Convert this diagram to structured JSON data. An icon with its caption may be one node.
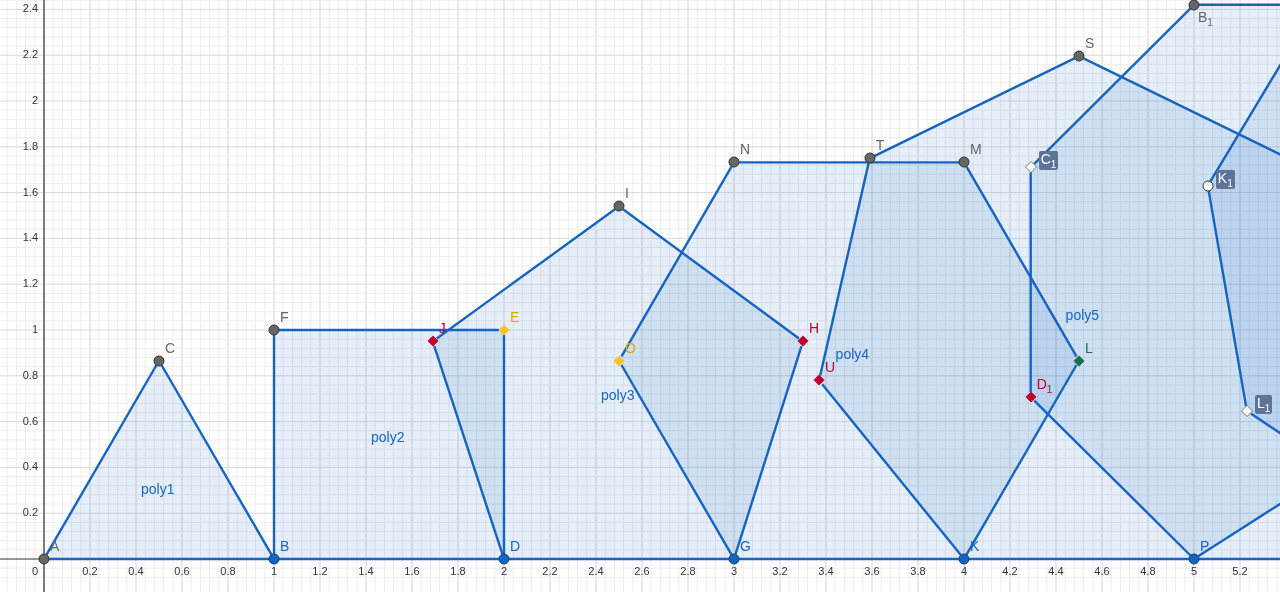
{
  "diagram": {
    "nodes": [
      {
        "text": [
          "A"
        ]
      },
      {
        "text": [
          "B"
        ]
      },
      {
        "text": [
          "C"
        ]
      },
      {
        "text": [
          "F"
        ]
      },
      {
        "text": [
          "J"
        ]
      },
      {
        "text": [
          "D"
        ]
      },
      {
        "text": [
          "E"
        ]
      },
      {
        "text": [
          "I"
        ]
      },
      {
        "text": [
          "O"
        ]
      },
      {
        "text": [
          "G"
        ]
      },
      {
        "text": [
          "N"
        ]
      },
      {
        "text": [
          "H"
        ]
      },
      {
        "text": [
          "U"
        ]
      },
      {
        "text": [
          "T"
        ]
      },
      {
        "text": [
          "M"
        ]
      },
      {
        "text": [
          "K"
        ]
      },
      {
        "text": [
          "C$_{1}$"
        ]
      },
      {
        "text": [
          "D$_{1}$"
        ]
      },
      {
        "text": [
          "S"
        ]
      },
      {
        "text": [
          "L"
        ]
      },
      {
        "text": [
          "B$_{1}$"
        ]
      },
      {
        "text": [
          "P"
        ]
      },
      {
        "text": [
          "K$_{1}$"
        ]
      },
      {
        "text": [
          "L$_{1}$"
        ]
      }
    ],
    "edges": [
      {
        "from": 0,
        "to": 1,
        "arrow": "none"
      },
      {
        "from": 1,
        "to": 2,
        "arrow": "none"
      },
      {
        "from": 2,
        "to": 0,
        "arrow": "none"
      },
      {
        "from": 1,
        "to": 5,
        "arrow": "none"
      },
      {
        "from": 3,
        "to": 1,
        "arrow": "none"
      },
      {
        "from": 3,
        "to": 6,
        "arrow": "none"
      },
      {
        "from": 6,
        "to": 5,
        "arrow": "none"
      },
      {
        "from": 4,
        "to": 7,
        "arrow": "none"
      },
      {
        "from": 7,
        "to": 11,
        "arrow": "none"
      },
      {
        "from": 11,
        "to": 9,
        "arrow": "none"
      },
      {
        "from": 4,
        "to": 5,
        "arrow": "none"
      },
      {
        "from": 5,
        "to": 9,
        "arrow": "none"
      },
      {
        "from": 9,
        "to": 8,
        "arrow": "none"
      },
      {
        "from": 8,
        "to": 10,
        "arrow": "none"
      },
      {
        "from": 10,
        "to": 14,
        "arrow": "none"
      },
      {
        "from": 14,
        "to": 19,
        "arrow": "none"
      },
      {
        "from": 19,
        "to": 15,
        "arrow": "none"
      },
      {
        "from": 15,
        "to": 9,
        "arrow": "none"
      },
      {
        "from": 12,
        "to": 13,
        "arrow": "none"
      },
      {
        "from": 13,
        "to": 18,
        "arrow": "none"
      },
      {
        "from": 18,
        "to": null,
        "arrow": "none"
      },
      {
        "from": 15,
        "to": 12,
        "arrow": "none"
      },
      {
        "from": 15,
        "to": 21,
        "arrow": "none"
      },
      {
        "from": 16,
        "to": 20,
        "arrow": "none"
      },
      {
        "from": 20,
        "to": null,
        "arrow": "none"
      },
      {
        "from": 16,
        "to": 17,
        "arrow": "none"
      },
      {
        "from": 17,
        "to": 21,
        "arrow": "none"
      },
      {
        "from": 21,
        "to": null,
        "arrow": "none"
      },
      {
        "from": 21,
        "to": null,
        "arrow": "none"
      },
      {
        "from": 22,
        "to": null,
        "arrow": "none"
      },
      {
        "from": 22,
        "to": 23,
        "arrow": "none"
      },
      {
        "from": 23,
        "to": null,
        "arrow": "none"
      }
    ],
    "labels": [
      "poly1",
      "poly2",
      "poly3",
      "poly4",
      "poly5",
      "2.4",
      "2.2",
      "2",
      "1.8",
      "1.6",
      "1.4",
      "1.2",
      "1",
      "0.8",
      "0.6",
      "0.4",
      "0.2",
      "0",
      "0.2",
      "0.4",
      "0.6",
      "0.8",
      "1",
      "1.2",
      "1.4",
      "1.6",
      "1.8",
      "2",
      "2.2",
      "2.4",
      "2.6",
      "2.8",
      "3",
      "3.2",
      "3.4",
      "3.6",
      "3.8",
      "4",
      "4.2",
      "4.4",
      "4.6",
      "4.8",
      "5",
      "5.2"
    ]
  }
}
